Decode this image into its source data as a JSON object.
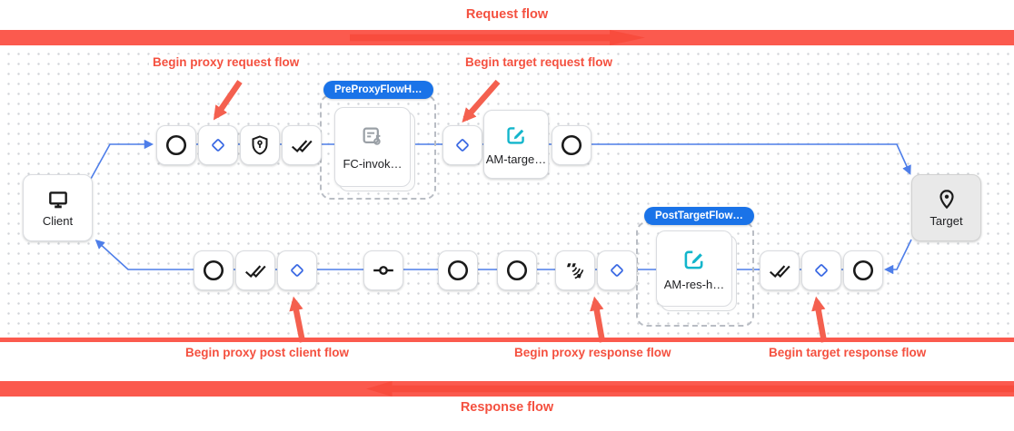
{
  "header": {
    "request_flow_label": "Request flow"
  },
  "footer": {
    "response_flow_label": "Response flow"
  },
  "annotations": {
    "proxy_request": "Begin proxy request flow",
    "target_request": "Begin target request flow",
    "proxy_post_client": "Begin proxy post client flow",
    "proxy_response": "Begin proxy response flow",
    "target_response": "Begin target response flow"
  },
  "badges": {
    "pre_proxy": "PreProxyFlowH…",
    "post_target": "PostTargetFlow…"
  },
  "nodes": {
    "client": {
      "label": "Client"
    },
    "target": {
      "label": "Target"
    },
    "fc_invoke": {
      "label": "FC-invok…"
    },
    "am_target": {
      "label": "AM-targe…"
    },
    "am_response": {
      "label": "AM-res-h…"
    }
  },
  "icons": [
    "monitor-icon",
    "location-pin-icon",
    "circle-icon",
    "diamond-icon",
    "shield-key-icon",
    "double-check-icon",
    "commit-icon",
    "broadcast-icon",
    "flow-callout-icon",
    "edit-square-icon"
  ],
  "colors": {
    "red_band": "#fb5a4e",
    "red_text": "#f4503f",
    "red_arrow": "#f4604f",
    "blue_connector": "#4e7ee9",
    "blue_diamond": "#3d6be3",
    "badge_blue": "#1a73e8",
    "teal_icon": "#12b5cb",
    "gray_icon": "#9aa0a6",
    "node_border": "#dadce0",
    "target_fill": "#e9e9e9"
  }
}
